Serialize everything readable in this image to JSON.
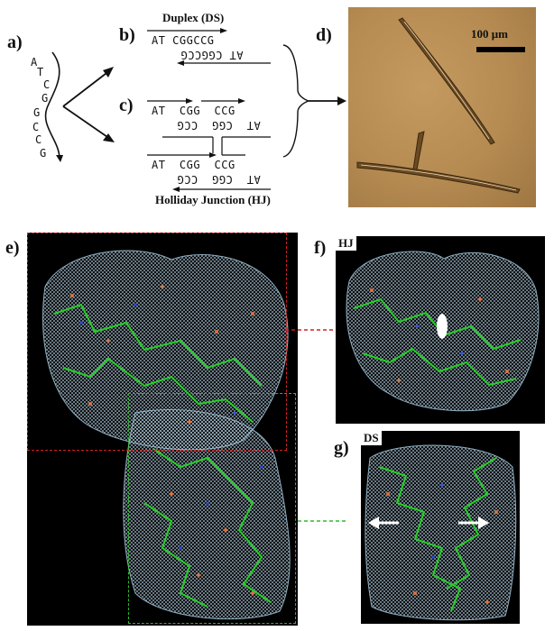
{
  "labels": {
    "a": "a)",
    "b": "b)",
    "c": "c)",
    "d": "d)",
    "e": "e)",
    "f": "f)",
    "g": "g)"
  },
  "titles": {
    "duplex": "Duplex (DS)",
    "holliday": "Holliday Junction (HJ)"
  },
  "sequence_a": [
    "A",
    "T",
    "C",
    "G",
    "G",
    "C",
    "C",
    "G"
  ],
  "duplex": {
    "top": "AT CGGCCG",
    "bottom": "AT CGGCCG"
  },
  "hj": {
    "r1": "AT  CGG  CCG",
    "r2": "AT  CGG  CCG",
    "r3": "AT  CGG  CCG",
    "r4": "AT  CGG  CCG"
  },
  "scale_bar": "100 μm",
  "tags": {
    "f": "HJ",
    "g": "DS"
  },
  "colors": {
    "red_box": "#d32020",
    "green_box": "#2eb82e",
    "density": "#b9d6e8",
    "backbone": "#25d025"
  }
}
